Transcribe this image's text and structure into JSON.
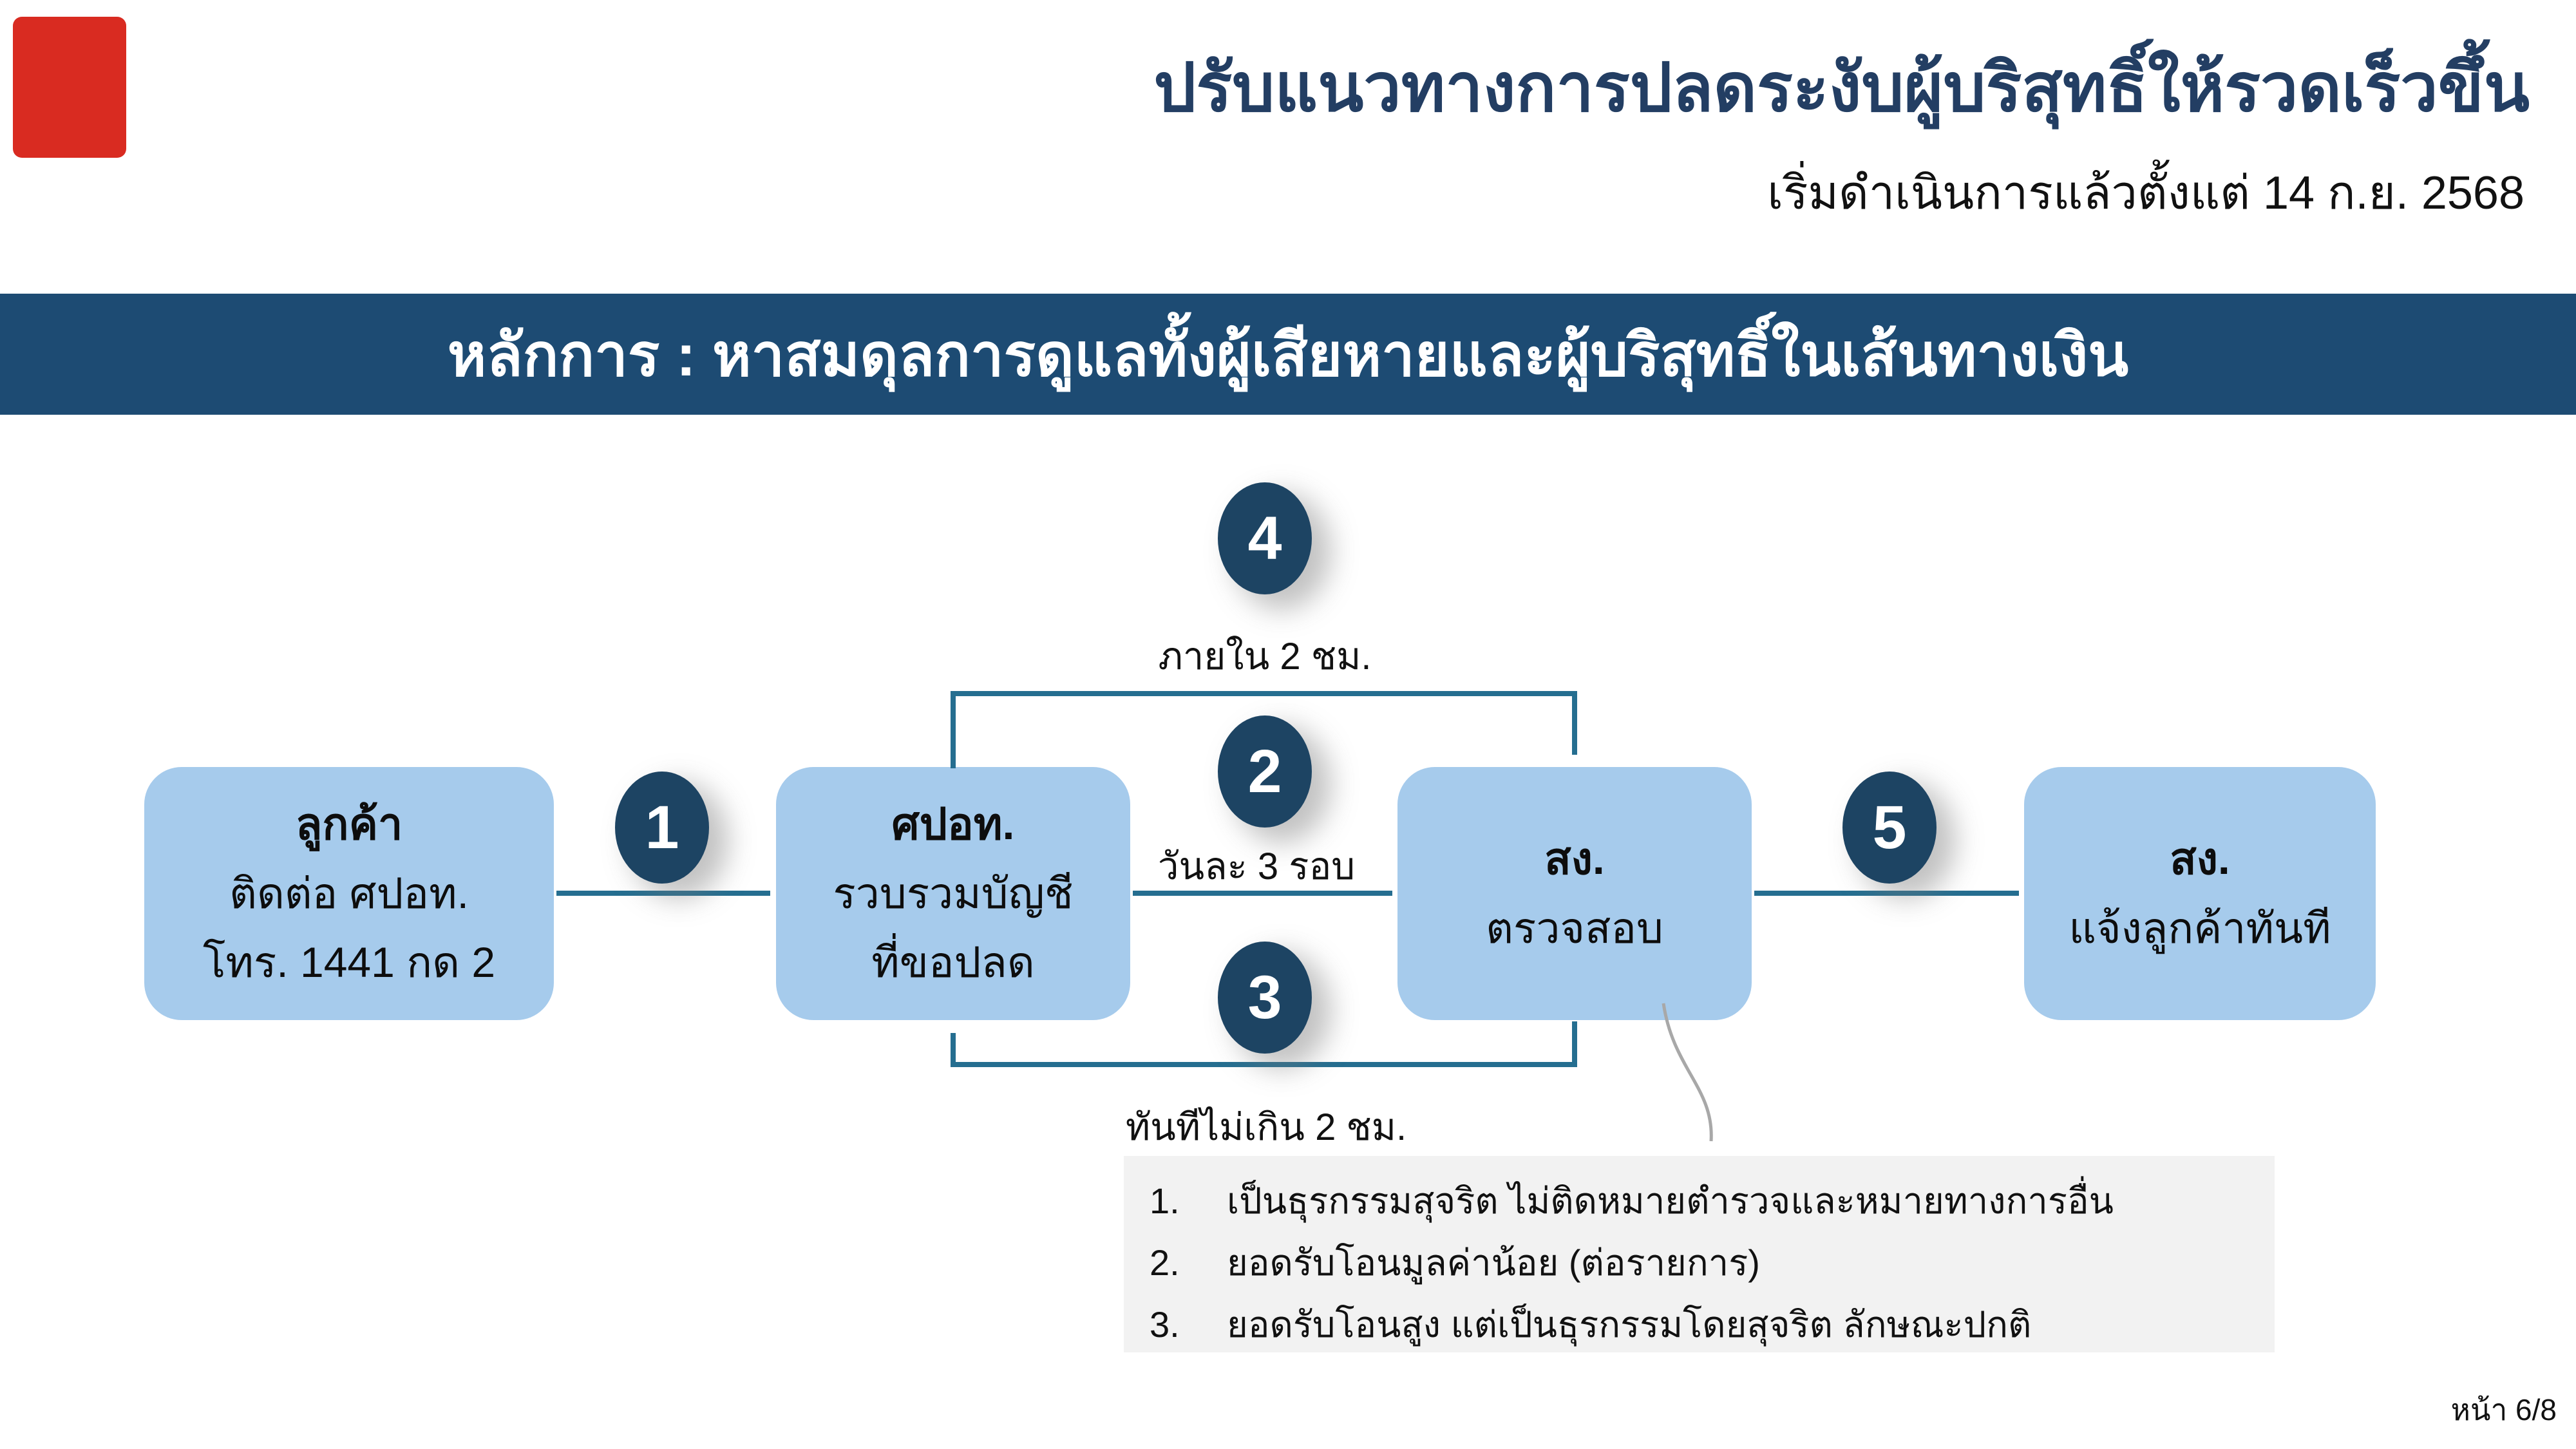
{
  "header": {
    "title": "ปรับแนวทางการปลดระงับผู้บริสุทธิ์ให้รวดเร็วขึ้น",
    "subtitle": "เริ่มดำเนินการแล้วตั้งแต่ 14 ก.ย. 2568",
    "title_color": "#233e63"
  },
  "banner": {
    "text": "หลักการ : หาสมดุลการดูแลทั้งผู้เสียหายและผู้บริสุทธิ์ในเส้นทางเงิน",
    "bg_color": "#1d4b73",
    "text_color": "#ffffff"
  },
  "decor": {
    "red_square_color": "#d92b21"
  },
  "flow": {
    "box_fill_color": "#a6cbec",
    "circle_fill_color": "#1d4463",
    "arrow_color": "#256e90",
    "boxes": [
      {
        "title": "ลูกค้า",
        "lines": [
          "ติดต่อ ศปอท.",
          "โทร. 1441 กด 2"
        ]
      },
      {
        "title": "ศปอท.",
        "lines": [
          "รวบรวมบัญชี",
          "ที่ขอปลด"
        ]
      },
      {
        "title": "สง.",
        "lines": [
          "ตรวจสอบ"
        ]
      },
      {
        "title": "สง.",
        "lines": [
          "แจ้งลูกค้าทันที"
        ]
      }
    ],
    "steps": [
      {
        "number": "1",
        "label": ""
      },
      {
        "number": "2",
        "label": "วันละ 3 รอบ"
      },
      {
        "number": "3",
        "label": "ทันทีไม่เกิน 2 ชม."
      },
      {
        "number": "4",
        "label": "ภายใน 2 ชม."
      },
      {
        "number": "5",
        "label": ""
      }
    ]
  },
  "notes": {
    "bg_color": "#f2f2f2",
    "pointer_color": "#a8a8a8",
    "items": [
      {
        "num": "1.",
        "text": "เป็นธุรกรรมสุจริต ไม่ติดหมายตำรวจและหมายทางการอื่น"
      },
      {
        "num": "2.",
        "text": "ยอดรับโอนมูลค่าน้อย (ต่อรายการ)"
      },
      {
        "num": "3.",
        "text": "ยอดรับโอนสูง แต่เป็นธุรกรรมโดยสุจริต ลักษณะปกติ"
      }
    ]
  },
  "footer": {
    "page_label": "หน้า 6/8"
  }
}
